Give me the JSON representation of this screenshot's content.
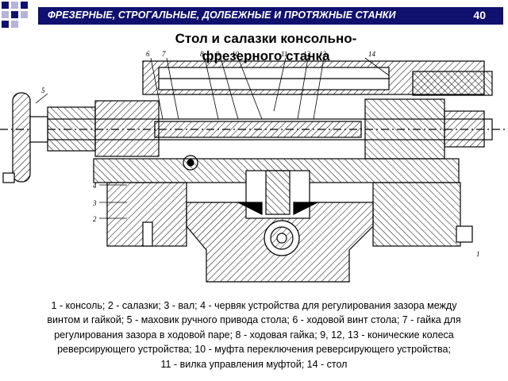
{
  "header": {
    "title": "ФРЕЗЕРНЫЕ, СТРОГАЛЬНЫЕ, ДОЛБЕЖНЫЕ И ПРОТЯЖНЫЕ СТАНКИ",
    "slide_number": "40"
  },
  "slide": {
    "title_line1": "Стол и салазки консольно-",
    "title_line2": "фрезерного станка",
    "caption_lines": [
      "1 - консоль; 2 - салазки; 3 - вал; 4 - червяк устройства для регулирования зазора между",
      "винтом и гайкой; 5 - маховик ручного привода стола; 6 - ходовой винт стола; 7 - гайка для",
      "регулирования зазора в ходовой паре; 8 - ходовая гайка; 9, 12, 13 - конические колеса",
      "реверсирующего устройства; 10 - муфта переключения реверсирующего устройства;",
      "11 - вилка управления муфтой; 14 - стол"
    ]
  },
  "drawing_labels": {
    "top": [
      "6",
      "7",
      "8",
      "9",
      "10",
      "11",
      "12",
      "13",
      "14"
    ],
    "left": [
      "5",
      "4",
      "3",
      "2",
      "1"
    ]
  },
  "colors": {
    "header_bg": "#10106e",
    "square_dark": "#10106e",
    "square_light": "#b4b4d8"
  }
}
